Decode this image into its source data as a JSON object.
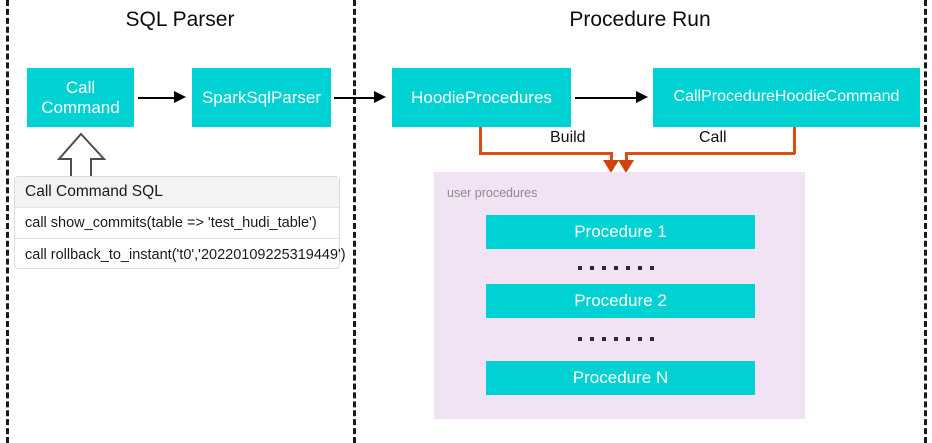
{
  "diagram": {
    "title_left": "SQL Parser",
    "title_right": "Procedure Run",
    "colors": {
      "box_teal": "#00D1D2",
      "panel_pink": "#F2E3F4",
      "connector_orange": "#E04A13",
      "divider": "#1A1A1A",
      "text_light": "#FFFFFF"
    }
  },
  "sql_parser": {
    "boxes": [
      {
        "label": "Call Command",
        "name": "call-command"
      },
      {
        "label": "SparkSqlParser",
        "name": "spark-sql-parser"
      }
    ],
    "sql_table": {
      "header": "Call Command SQL",
      "rows": [
        "call show_commits(table => 'test_hudi_table')",
        "call rollback_to_instant('t0','20220109225319449')"
      ]
    }
  },
  "procedure_run": {
    "boxes": [
      {
        "label": "HoodieProcedures",
        "name": "hoodie-procedures"
      },
      {
        "label": "CallProcedureHoodieCommand",
        "name": "call-procedure-hoodie-command"
      }
    ],
    "connectors": [
      {
        "label": "Build",
        "name": "build-connector"
      },
      {
        "label": "Call",
        "name": "call-connector"
      }
    ],
    "panel": {
      "caption": "user procedures",
      "procedures": [
        "Procedure 1",
        "Procedure 2",
        "Procedure N"
      ],
      "ellipsis_dot_count": 7
    }
  }
}
